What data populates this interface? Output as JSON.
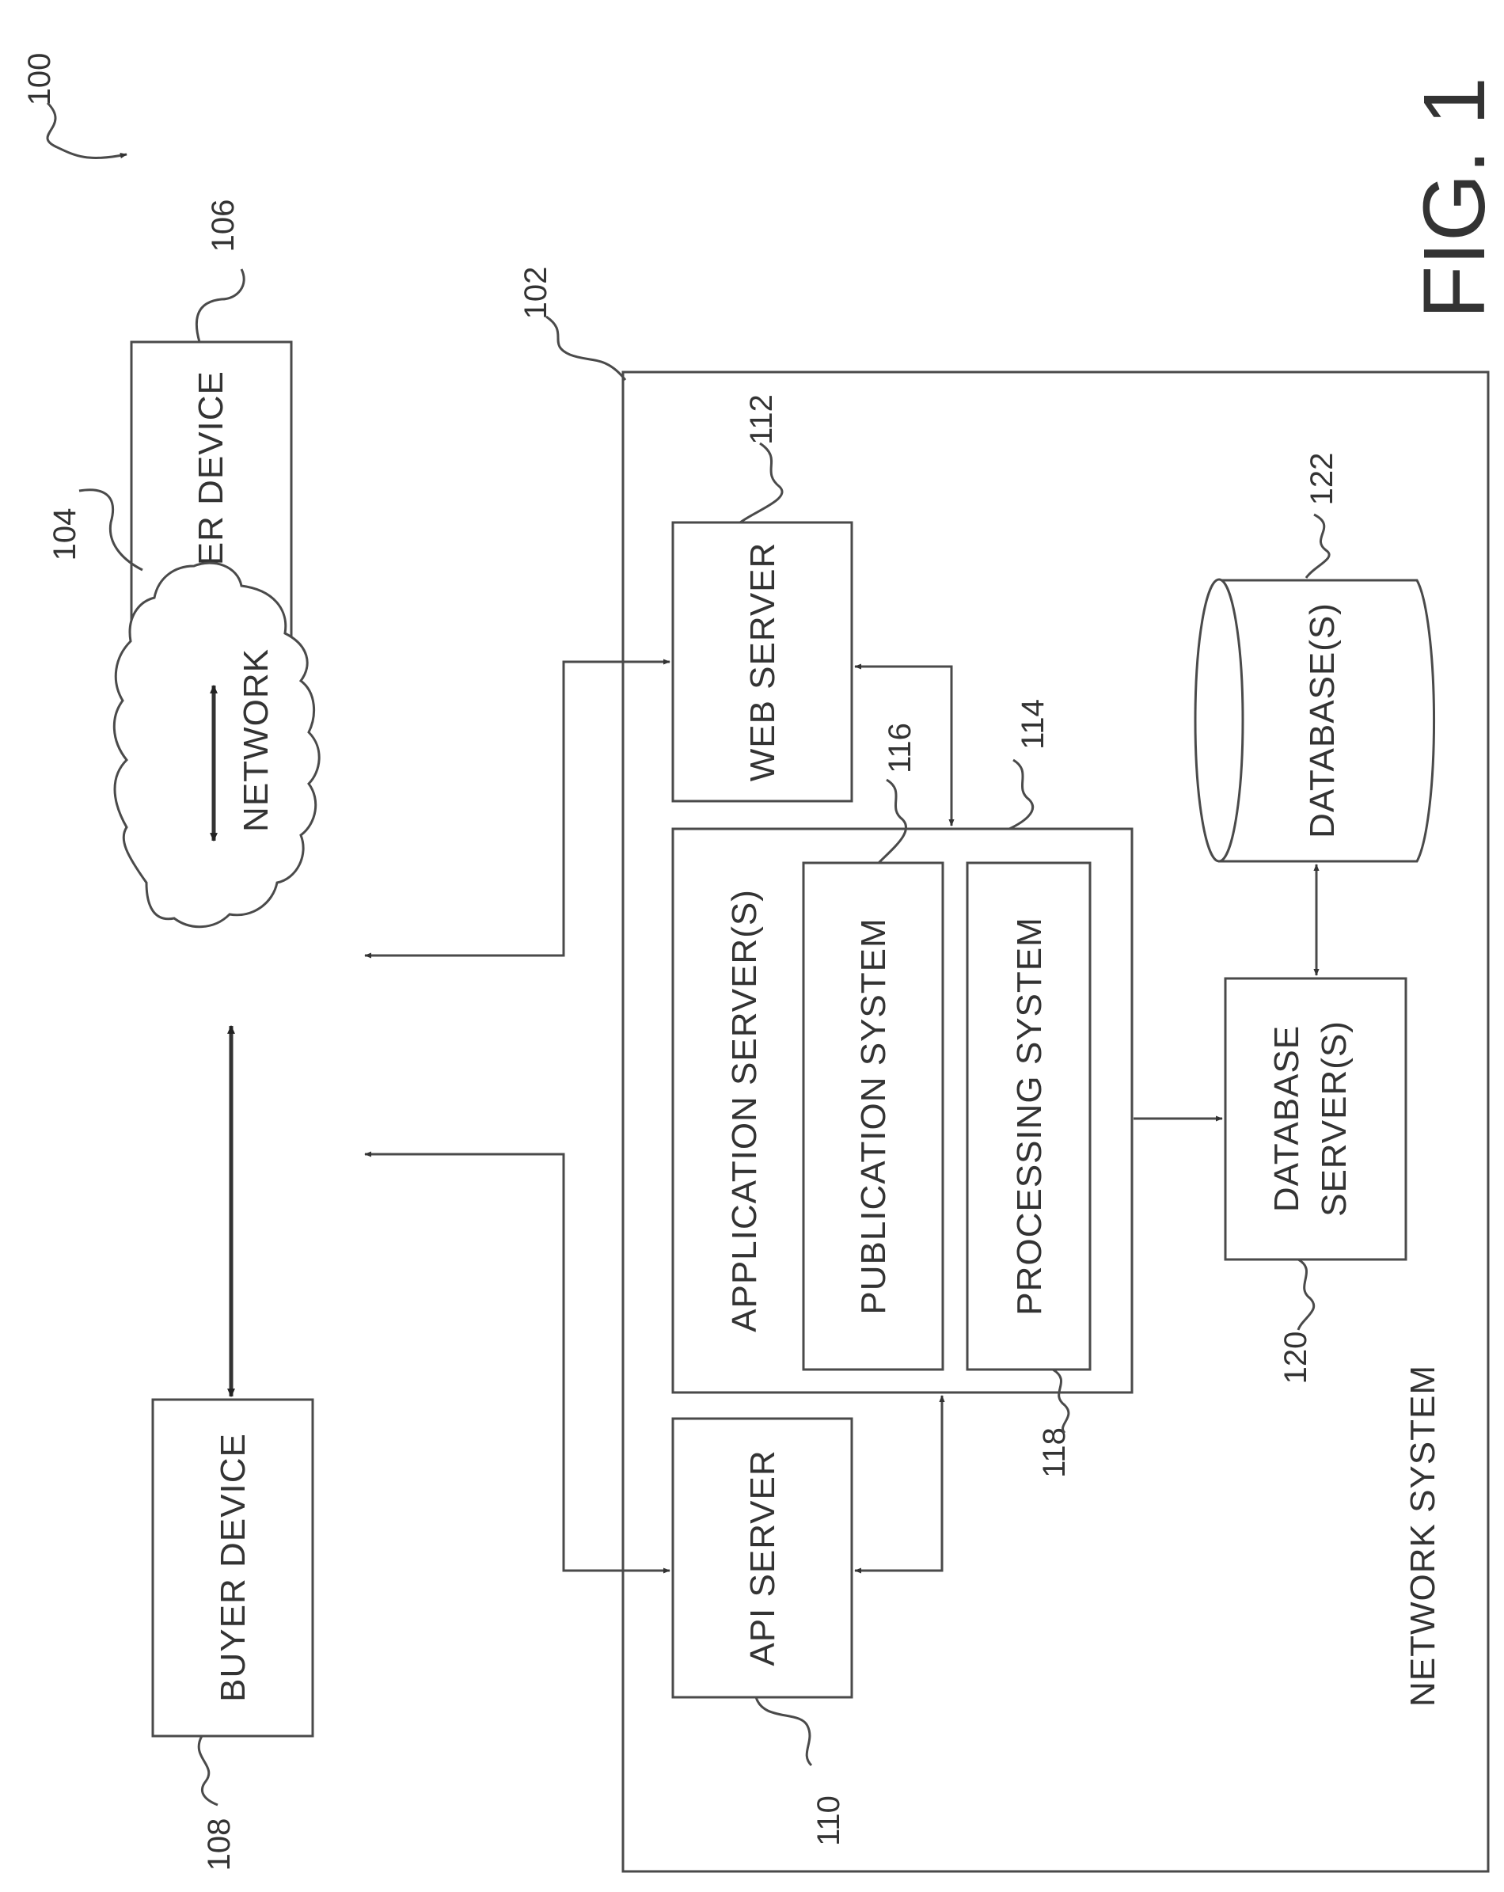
{
  "figure": {
    "title": "FIG. 1",
    "ref_system": "100"
  },
  "nodes": {
    "seller_device": {
      "label": "SELLER DEVICE",
      "ref": "106"
    },
    "buyer_device": {
      "label": "BUYER DEVICE",
      "ref": "108"
    },
    "network": {
      "label": "NETWORK",
      "ref": "104"
    },
    "network_system": {
      "label": "NETWORK SYSTEM",
      "ref": "102"
    },
    "web_server": {
      "label": "WEB SERVER",
      "ref": "112"
    },
    "api_server": {
      "label": "API SERVER",
      "ref": "110"
    },
    "application_servers": {
      "label": "APPLICATION SERVER(S)",
      "ref": "114"
    },
    "publication_system": {
      "label": "PUBLICATION SYSTEM",
      "ref": "116"
    },
    "processing_system": {
      "label": "PROCESSING SYSTEM",
      "ref": "118"
    },
    "database_servers": {
      "label_line1": "DATABASE",
      "label_line2": "SERVER(S)",
      "ref": "120"
    },
    "databases": {
      "label": "DATABASE(S)",
      "ref": "122"
    }
  },
  "edges": [
    {
      "from": "seller_device",
      "to": "network",
      "style": "bidirectional-bold"
    },
    {
      "from": "buyer_device",
      "to": "network",
      "style": "bidirectional-bold"
    },
    {
      "from": "web_server",
      "to": "network",
      "style": "bidirectional"
    },
    {
      "from": "api_server",
      "to": "network",
      "style": "bidirectional"
    },
    {
      "from": "web_server",
      "to": "application_servers",
      "style": "bidirectional"
    },
    {
      "from": "api_server",
      "to": "application_servers",
      "style": "bidirectional"
    },
    {
      "from": "application_servers",
      "to": "database_servers",
      "style": "directed"
    },
    {
      "from": "database_servers",
      "to": "databases",
      "style": "bidirectional"
    }
  ]
}
